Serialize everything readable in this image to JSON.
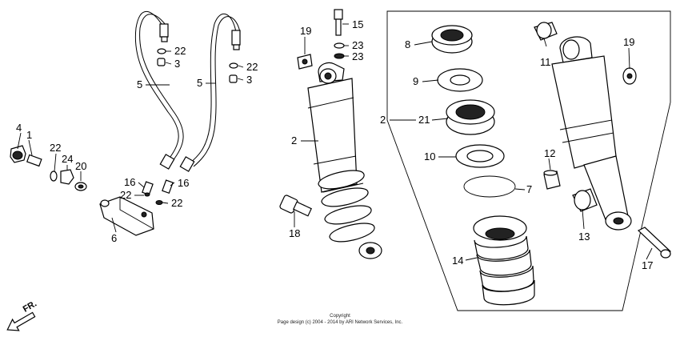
{
  "diagram": {
    "callouts": {
      "n1": "1",
      "n2a": "2",
      "n2b": "2",
      "n3a": "3",
      "n3b": "3",
      "n4": "4",
      "n5a": "5",
      "n5b": "5",
      "n6": "6",
      "n7": "7",
      "n8": "8",
      "n9": "9",
      "n10": "10",
      "n11": "11",
      "n12": "12",
      "n13": "13",
      "n14": "14",
      "n15": "15",
      "n16a": "16",
      "n16b": "16",
      "n17": "17",
      "n18": "18",
      "n19a": "19",
      "n19b": "19",
      "n20": "20",
      "n21": "21",
      "n22a": "22",
      "n22b": "22",
      "n22c": "22",
      "n22d": "22",
      "n22e": "22",
      "n23a": "23",
      "n23b": "23",
      "n24": "24"
    },
    "direction_label": "FR.",
    "footer": {
      "line1": "Copyright",
      "line2": "Page design (c) 2004 - 2014 by ARI Network Services, Inc."
    }
  }
}
